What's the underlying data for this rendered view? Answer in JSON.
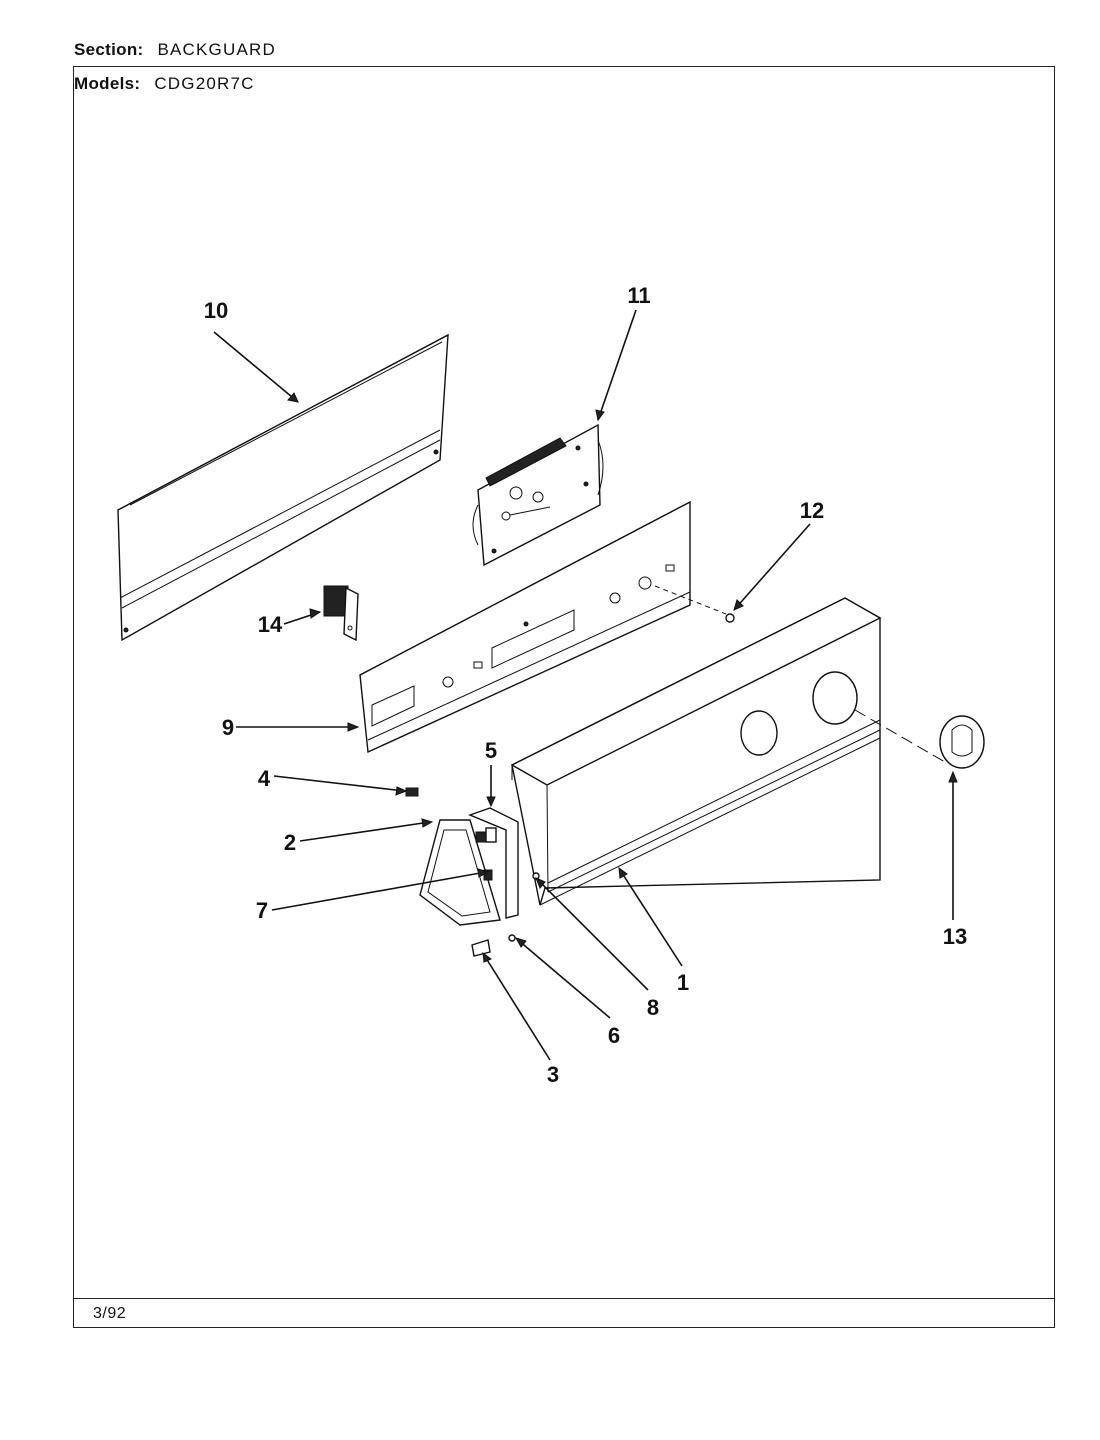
{
  "header": {
    "section_label": "Section:",
    "section_value": "BACKGUARD",
    "models_label": "Models:",
    "models_value": "CDG20R7C"
  },
  "footer": {
    "date": "3/92"
  },
  "callouts": [
    "1",
    "2",
    "3",
    "4",
    "5",
    "6",
    "7",
    "8",
    "9",
    "10",
    "11",
    "12",
    "13",
    "14"
  ]
}
